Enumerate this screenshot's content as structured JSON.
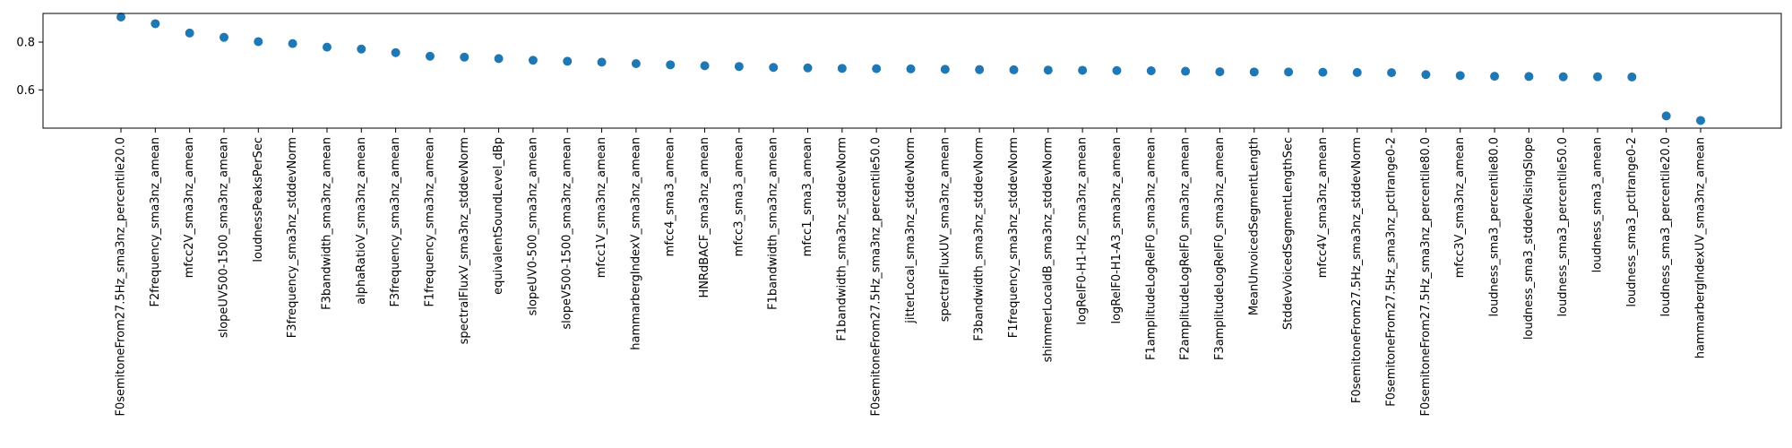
{
  "chart_data": {
    "type": "scatter",
    "title": "",
    "xlabel": "",
    "ylabel": "",
    "ylim": [
      0.44,
      0.92
    ],
    "yticks": [
      0.6,
      0.8
    ],
    "ytick_labels": [
      "0.6",
      "0.8"
    ],
    "grid": false,
    "legend": "none",
    "marker_color": "#1f77b4",
    "categories": [
      "F0semitoneFrom27.5Hz_sma3nz_percentile20.0",
      "F2frequency_sma3nz_amean",
      "mfcc2V_sma3nz_amean",
      "slopeUV500-1500_sma3nz_amean",
      "loudnessPeaksPerSec",
      "F3frequency_sma3nz_stddevNorm",
      "F3bandwidth_sma3nz_amean",
      "alphaRatioV_sma3nz_amean",
      "F3frequency_sma3nz_amean",
      "F1frequency_sma3nz_amean",
      "spectralFluxV_sma3nz_stddevNorm",
      "equivalentSoundLevel_dBp",
      "slopeUV0-500_sma3nz_amean",
      "slopeV500-1500_sma3nz_amean",
      "mfcc1V_sma3nz_amean",
      "hammarbergIndexV_sma3nz_amean",
      "mfcc4_sma3_amean",
      "HNRdBACF_sma3nz_amean",
      "mfcc3_sma3_amean",
      "F1bandwidth_sma3nz_amean",
      "mfcc1_sma3_amean",
      "F1bandwidth_sma3nz_stddevNorm",
      "F0semitoneFrom27.5Hz_sma3nz_percentile50.0",
      "jitterLocal_sma3nz_stddevNorm",
      "spectralFluxUV_sma3nz_amean",
      "F3bandwidth_sma3nz_stddevNorm",
      "F1frequency_sma3nz_stddevNorm",
      "shimmerLocaldB_sma3nz_stddevNorm",
      "logRelF0-H1-H2_sma3nz_amean",
      "logRelF0-H1-A3_sma3nz_amean",
      "F1amplitudeLogRelF0_sma3nz_amean",
      "F2amplitudeLogRelF0_sma3nz_amean",
      "F3amplitudeLogRelF0_sma3nz_amean",
      "MeanUnvoicedSegmentLength",
      "StddevVoicedSegmentLengthSec",
      "mfcc4V_sma3nz_amean",
      "F0semitoneFrom27.5Hz_sma3nz_stddevNorm",
      "F0semitoneFrom27.5Hz_sma3nz_pctlrange0-2",
      "F0semitoneFrom27.5Hz_sma3nz_percentile80.0",
      "mfcc3V_sma3nz_amean",
      "loudness_sma3_percentile80.0",
      "loudness_sma3_stddevRisingSlope",
      "loudness_sma3_percentile50.0",
      "loudness_sma3_amean",
      "loudness_sma3_pctlrange0-2",
      "loudness_sma3_percentile20.0",
      "hammarbergIndexUV_sma3nz_amean"
    ],
    "values": [
      0.905,
      0.877,
      0.838,
      0.82,
      0.802,
      0.794,
      0.779,
      0.771,
      0.756,
      0.741,
      0.737,
      0.731,
      0.724,
      0.72,
      0.716,
      0.71,
      0.705,
      0.701,
      0.698,
      0.694,
      0.692,
      0.69,
      0.689,
      0.688,
      0.686,
      0.685,
      0.684,
      0.683,
      0.682,
      0.681,
      0.68,
      0.678,
      0.676,
      0.675,
      0.675,
      0.674,
      0.673,
      0.672,
      0.664,
      0.66,
      0.657,
      0.656,
      0.655,
      0.655,
      0.654,
      0.491,
      0.472
    ]
  }
}
